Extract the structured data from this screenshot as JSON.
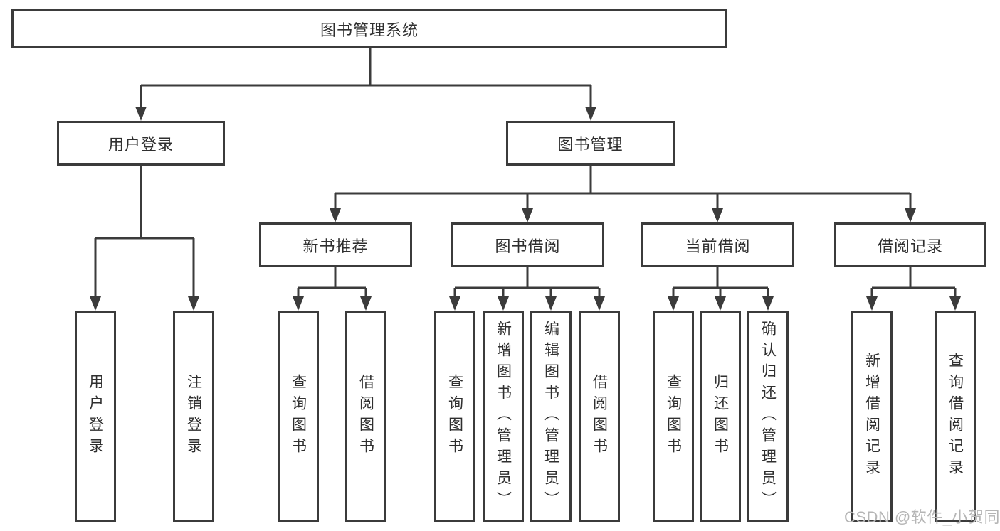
{
  "diagram": {
    "root": {
      "label": "图书管理系统"
    },
    "level2": [
      {
        "label": "用户登录"
      },
      {
        "label": "图书管理"
      }
    ],
    "level3": [
      {
        "label": "新书推荐"
      },
      {
        "label": "图书借阅"
      },
      {
        "label": "当前借阅"
      },
      {
        "label": "借阅记录"
      }
    ],
    "leaves": {
      "user_login": [
        {
          "label": "用户登录"
        },
        {
          "label": "注销登录"
        }
      ],
      "new_book": [
        {
          "label": "查询图书"
        },
        {
          "label": "借阅图书"
        }
      ],
      "book_borrow": [
        {
          "label": "查询图书"
        },
        {
          "label": "新增图书（管理员）"
        },
        {
          "label": "编辑图书（管理员）"
        },
        {
          "label": "借阅图书"
        }
      ],
      "current_borrow": [
        {
          "label": "查询图书"
        },
        {
          "label": "归还图书"
        },
        {
          "label": "确认归还（管理员）"
        }
      ],
      "borrow_record": [
        {
          "label": "新增借阅记录"
        },
        {
          "label": "查询借阅记录"
        }
      ]
    }
  },
  "watermark": {
    "text": "CSDN @软件_小贺同学"
  },
  "colors": {
    "line": "#3b3b3b",
    "text": "#2f2f2f",
    "watermark": "#b5b5b5",
    "background": "#ffffff"
  }
}
